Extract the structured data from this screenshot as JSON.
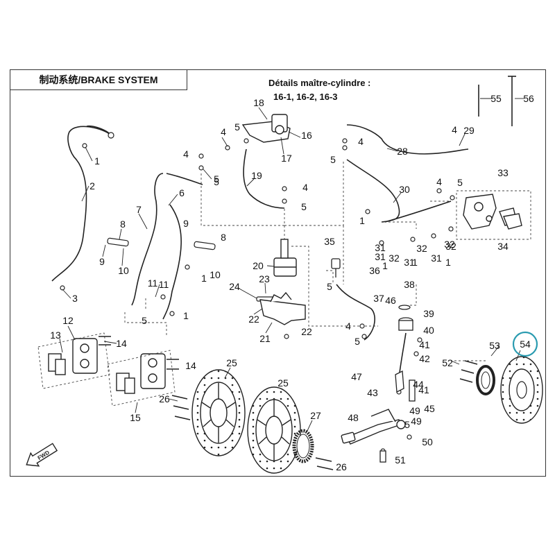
{
  "title": "制动系统/BRAKE SYSTEM",
  "detail_note": {
    "line1": "Détails maître-cylindre :",
    "line2": "16-1, 16-2, 16-3"
  },
  "fwd_label": "FWD",
  "highlight_color": "#2a9bb0",
  "highlighted_callout": "54",
  "callouts": [
    {
      "n": "1"
    },
    {
      "n": "2"
    },
    {
      "n": "3"
    },
    {
      "n": "4"
    },
    {
      "n": "5"
    },
    {
      "n": "6"
    },
    {
      "n": "7"
    },
    {
      "n": "8"
    },
    {
      "n": "9"
    },
    {
      "n": "10"
    },
    {
      "n": "11"
    },
    {
      "n": "12"
    },
    {
      "n": "13"
    },
    {
      "n": "14"
    },
    {
      "n": "15"
    },
    {
      "n": "16"
    },
    {
      "n": "17"
    },
    {
      "n": "18"
    },
    {
      "n": "19"
    },
    {
      "n": "20"
    },
    {
      "n": "21"
    },
    {
      "n": "22"
    },
    {
      "n": "23"
    },
    {
      "n": "24"
    },
    {
      "n": "25"
    },
    {
      "n": "26"
    },
    {
      "n": "27"
    },
    {
      "n": "28"
    },
    {
      "n": "29"
    },
    {
      "n": "30"
    },
    {
      "n": "31"
    },
    {
      "n": "32"
    },
    {
      "n": "33"
    },
    {
      "n": "34"
    },
    {
      "n": "35"
    },
    {
      "n": "36"
    },
    {
      "n": "37"
    },
    {
      "n": "38"
    },
    {
      "n": "39"
    },
    {
      "n": "40"
    },
    {
      "n": "41"
    },
    {
      "n": "42"
    },
    {
      "n": "43"
    },
    {
      "n": "44"
    },
    {
      "n": "45"
    },
    {
      "n": "46"
    },
    {
      "n": "47"
    },
    {
      "n": "48"
    },
    {
      "n": "49"
    },
    {
      "n": "50"
    },
    {
      "n": "51"
    },
    {
      "n": "52"
    },
    {
      "n": "53"
    },
    {
      "n": "54"
    },
    {
      "n": "55"
    },
    {
      "n": "56"
    },
    {
      "n": "1"
    },
    {
      "n": "1"
    },
    {
      "n": "1"
    },
    {
      "n": "1"
    },
    {
      "n": "1"
    },
    {
      "n": "1"
    },
    {
      "n": "4"
    },
    {
      "n": "4"
    },
    {
      "n": "4"
    },
    {
      "n": "4"
    },
    {
      "n": "4"
    },
    {
      "n": "4"
    },
    {
      "n": "5"
    },
    {
      "n": "5"
    },
    {
      "n": "5"
    },
    {
      "n": "5"
    },
    {
      "n": "5"
    },
    {
      "n": "5"
    },
    {
      "n": "5"
    },
    {
      "n": "5"
    },
    {
      "n": "5"
    },
    {
      "n": "8"
    },
    {
      "n": "9"
    },
    {
      "n": "10"
    },
    {
      "n": "11"
    },
    {
      "n": "14"
    },
    {
      "n": "22"
    },
    {
      "n": "25"
    },
    {
      "n": "26"
    },
    {
      "n": "31"
    },
    {
      "n": "31"
    },
    {
      "n": "31"
    },
    {
      "n": "32"
    },
    {
      "n": "32"
    },
    {
      "n": "32"
    },
    {
      "n": "41"
    },
    {
      "n": "49"
    }
  ]
}
